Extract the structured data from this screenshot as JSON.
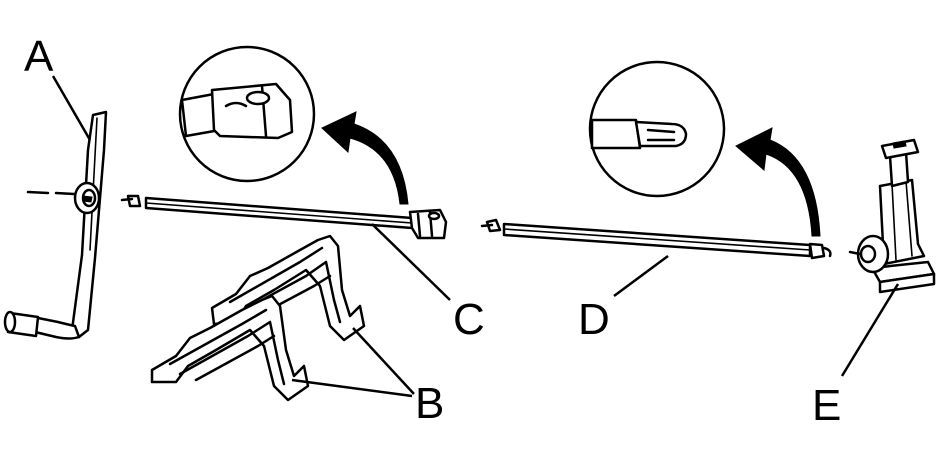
{
  "diagram": {
    "callouts": {
      "a": "A",
      "b": "B",
      "c": "C",
      "d": "D",
      "e": "E"
    }
  }
}
